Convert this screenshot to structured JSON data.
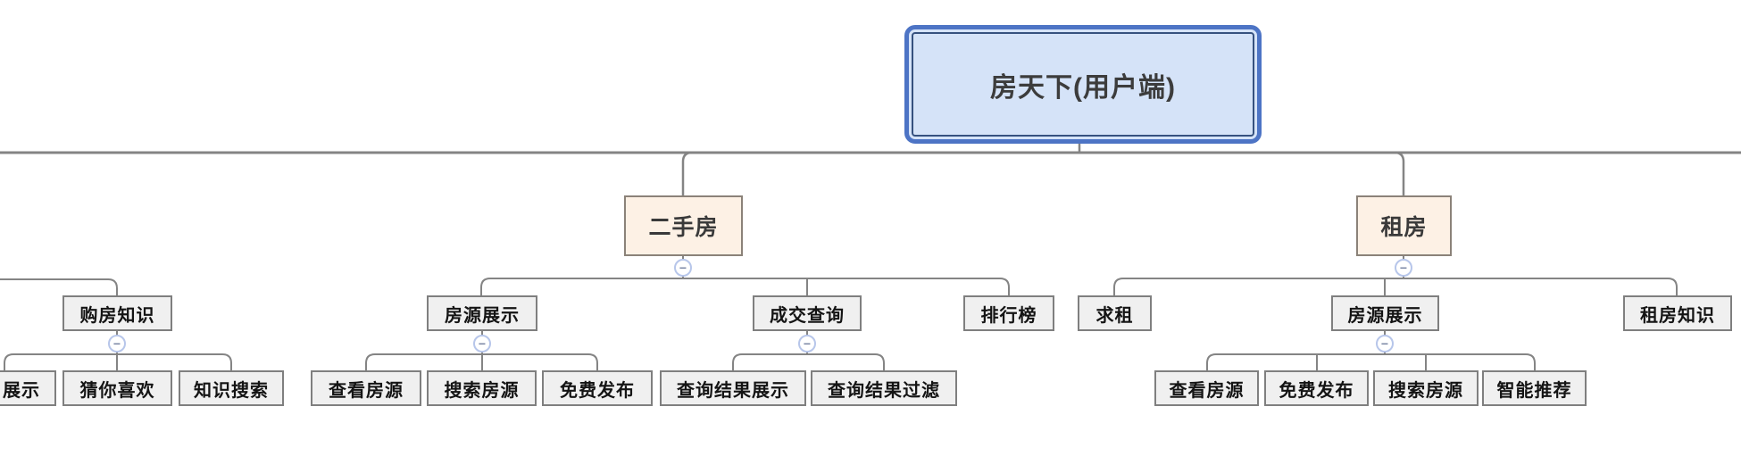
{
  "app": {
    "type": "mindmap-canvas"
  },
  "colors": {
    "background": "#ffffff",
    "root_fill": "#d5e3f8",
    "root_border": "#4d74c5",
    "root_inner_border": "#36517f",
    "branch_fill": "#fdf1e5",
    "branch_border": "#8b8279",
    "topic_fill": "#f0f0f0",
    "topic_border": "#7f7f7f",
    "connector": "#848484",
    "collapse_border": "#b7c6ea"
  },
  "icons": {
    "collapse_minus": "−"
  },
  "mindmap": {
    "root": {
      "label": "房天下(用户端)"
    },
    "branches": {
      "ershoufang": {
        "label": "二手房",
        "children": {
          "fangyuan_zhanshi": {
            "label": "房源展示",
            "children": {
              "chakan_fangyuan": {
                "label": "查看房源"
              },
              "sousuo_fangyuan": {
                "label": "搜索房源"
              },
              "mianfei_fabu": {
                "label": "免费发布"
              }
            }
          },
          "chengjiao_chaxun": {
            "label": "成交查询",
            "children": {
              "jieguo_zhanshi": {
                "label": "查询结果展示"
              },
              "jieguo_guolv": {
                "label": "查询结果过滤"
              }
            }
          },
          "paihangbang": {
            "label": "排行榜"
          }
        }
      },
      "zufang": {
        "label": "租房",
        "children": {
          "qiuzu": {
            "label": "求租"
          },
          "fangyuan_zhanshi": {
            "label": "房源展示",
            "children": {
              "chakan_fangyuan": {
                "label": "查看房源"
              },
              "mianfei_fabu": {
                "label": "免费发布"
              },
              "sousuo_fangyuan": {
                "label": "搜索房源"
              },
              "zhineng_tuijian": {
                "label": "智能推荐"
              }
            }
          },
          "zufang_zhishi": {
            "label": "租房知识"
          }
        }
      },
      "offscreen_left": {
        "children": {
          "goufang_zhishi": {
            "label": "购房知识",
            "children": {
              "zhanshi_partial": {
                "label": "展示"
              },
              "cainixihuan": {
                "label": "猜你喜欢"
              },
              "zhishi_sousuo": {
                "label": "知识搜索"
              }
            }
          }
        }
      }
    }
  }
}
